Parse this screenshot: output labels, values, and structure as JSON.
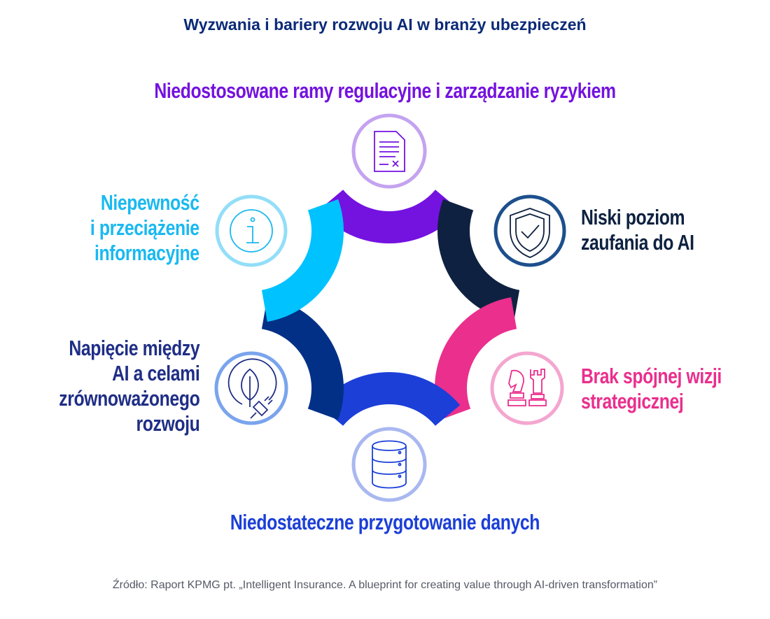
{
  "title": "Wyzwania i bariery rozwoju AI w branży ubezpieczeń",
  "nodes": [
    {
      "id": "regulatory",
      "lines": [
        "Niedostosowane ramy regulacyjne i zarządzanie ryzykiem"
      ],
      "icon": "document-icon",
      "color": "#7412e0",
      "ring": "#c4a3f0"
    },
    {
      "id": "trust",
      "lines": [
        "Niski poziom",
        "zaufania do AI"
      ],
      "icon": "shield-check-icon",
      "color": "#0e2140",
      "ring": "#1d4f8c"
    },
    {
      "id": "strategy",
      "lines": [
        "Brak spójnej wizji",
        "strategicznej"
      ],
      "icon": "chess-icon",
      "color": "#ea2f8d",
      "ring": "#f4a6cf"
    },
    {
      "id": "data",
      "lines": [
        "Niedostateczne przygotowanie danych"
      ],
      "icon": "database-icon",
      "color": "#1c3fd8",
      "ring": "#a9b8f0"
    },
    {
      "id": "sustainability",
      "lines": [
        "Napięcie między",
        "AI a celami",
        "zrównoważonego",
        "rozwoju"
      ],
      "icon": "leaf-plug-icon",
      "color": "#1f2e85",
      "ring": "#7aa4ec"
    },
    {
      "id": "information",
      "lines": [
        "Niepewność",
        "i przeciążenie",
        "informacyjne"
      ],
      "icon": "info-icon",
      "color": "#19b9f0",
      "ring": "#93def8"
    }
  ],
  "source": "Źródło: Raport KPMG pt. „Intelligent Insurance. A blueprint for creating value through AI-driven transformation”"
}
